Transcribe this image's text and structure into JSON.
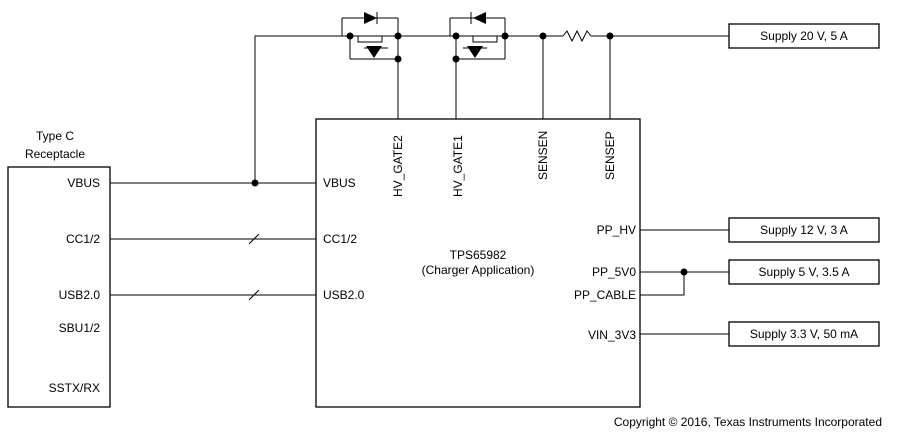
{
  "connector": {
    "title_line1": "Type C",
    "title_line2": "Receptacle",
    "pins": [
      "VBUS",
      "CC1/2",
      "USB2.0",
      "SBU1/2",
      "SSTX/RX"
    ]
  },
  "chip": {
    "name": "TPS65982",
    "subtitle": "(Charger Application)",
    "left_pins": [
      "VBUS",
      "CC1/2",
      "USB2.0"
    ],
    "top_pins": [
      "HV_GATE2",
      "HV_GATE1",
      "SENSEN",
      "SENSEP"
    ],
    "right_pins": [
      "PP_HV",
      "PP_5V0",
      "PP_CABLE",
      "VIN_3V3"
    ]
  },
  "supplies": [
    "Supply 20 V, 5 A",
    "Supply 12 V, 3 A",
    "Supply 5 V, 3.5 A",
    "Supply 3.3 V, 50 mA"
  ],
  "copyright": "Copyright © 2016, Texas Instruments Incorporated"
}
